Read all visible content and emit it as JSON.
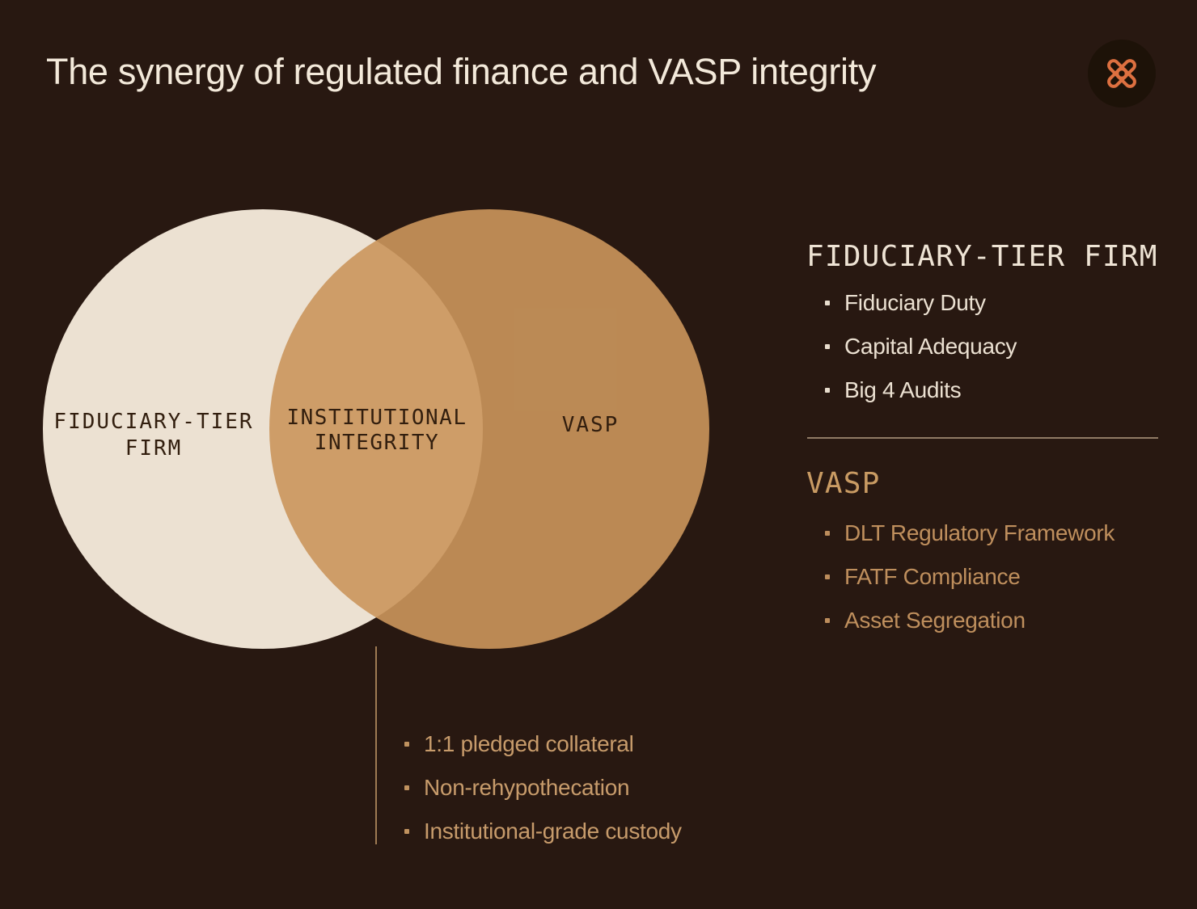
{
  "slide": {
    "title": "The synergy of regulated finance and VASP integrity"
  },
  "venn": {
    "left_circle": {
      "line1": "FIDUCIARY-TIER",
      "line2": "FIRM"
    },
    "overlap": {
      "line1": "INSTITUTIONAL",
      "line2": "INTEGRITY"
    },
    "right_circle": {
      "label": "VASP"
    }
  },
  "side_panel": {
    "fiduciary": {
      "heading": "FIDUCIARY-TIER FIRM",
      "items": [
        "Fiduciary Duty",
        "Capital Adequacy",
        "Big 4 Audits"
      ]
    },
    "vasp": {
      "heading": "VASP",
      "items": [
        "DLT Regulatory Framework",
        "FATF Compliance",
        "Asset Segregation"
      ]
    }
  },
  "overlap_panel": {
    "items": [
      "1:1 pledged collateral",
      "Non-rehypothecation",
      "Institutional-grade custody"
    ]
  },
  "colors": {
    "background": "#281811",
    "title_text": "#f3e9da",
    "cream_circle": "#ece1d2",
    "tan_circle": "#cb965c",
    "overlap_tan": "#c89e6b",
    "accent_orange": "#dd7040",
    "dark_label": "#321e0e",
    "tan_text": "#bf8f5d"
  }
}
